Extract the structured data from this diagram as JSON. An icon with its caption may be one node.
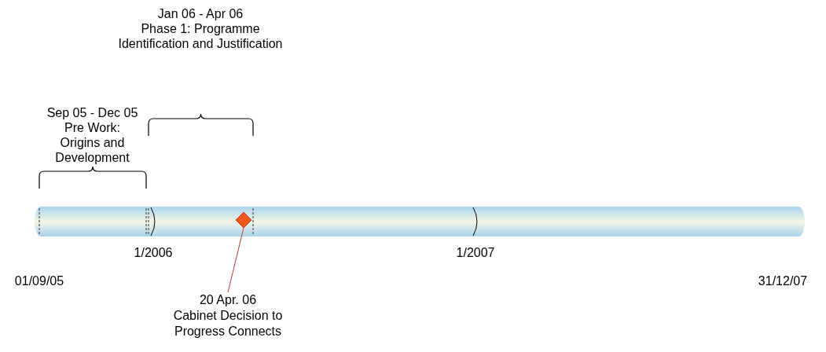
{
  "diagram": {
    "nodes": [
      {
        "text": [],
        "shape": "bar"
      },
      {
        "text": [],
        "shape": "diamond",
        "in": 0
      },
      {
        "text": [
          "20 Apr. 06",
          "Cabinet Decision to Progress Connects"
        ]
      }
    ],
    "edges": [
      {
        "from": 2,
        "to": 1,
        "arrow": "none"
      }
    ],
    "labels": [
      "Jan 06 - Apr 06",
      "Phase 1: Programme Identification and Justification",
      "Sep 05 - Dec 05",
      "Pre Work: Origins and Development",
      "1/2006",
      "1/2007",
      "01/09/05",
      "31/12/07"
    ]
  }
}
